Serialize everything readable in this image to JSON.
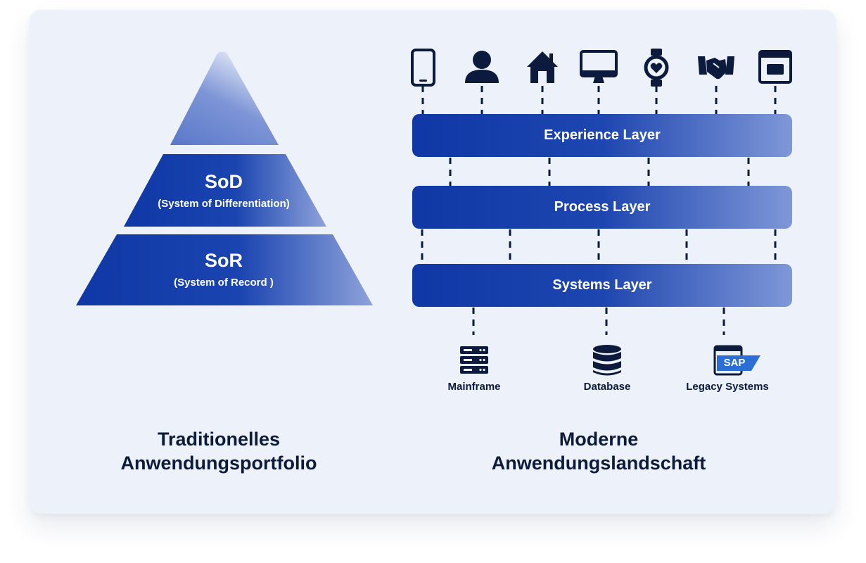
{
  "pyramid": {
    "top": {
      "title": "SoD",
      "subtitle": "(System of Differentiation)"
    },
    "bottom": {
      "title": "SoR",
      "subtitle": "(System of Record )"
    }
  },
  "layers": [
    {
      "label": "Experience Layer"
    },
    {
      "label": "Process Layer"
    },
    {
      "label": "Systems Layer"
    }
  ],
  "channel_icons": [
    "smartphone-icon",
    "user-icon",
    "home-icon",
    "monitor-icon",
    "smartwatch-icon",
    "handshake-icon",
    "browser-window-icon"
  ],
  "sources": [
    {
      "label": "Mainframe",
      "icon": "server-icon"
    },
    {
      "label": "Database",
      "icon": "database-icon"
    },
    {
      "label": "Legacy Systems",
      "icon": "sap-icon",
      "badge": "SAP"
    }
  ],
  "captions": {
    "left": [
      "Traditionelles",
      "Anwendungsportfolio"
    ],
    "right": [
      "Moderne",
      "Anwendungslandschaft"
    ]
  },
  "colors": {
    "navy": "#0c1a3d",
    "layer_start": "#0f3aa8",
    "layer_end": "#7b95d6",
    "background": "#edf1f9"
  }
}
